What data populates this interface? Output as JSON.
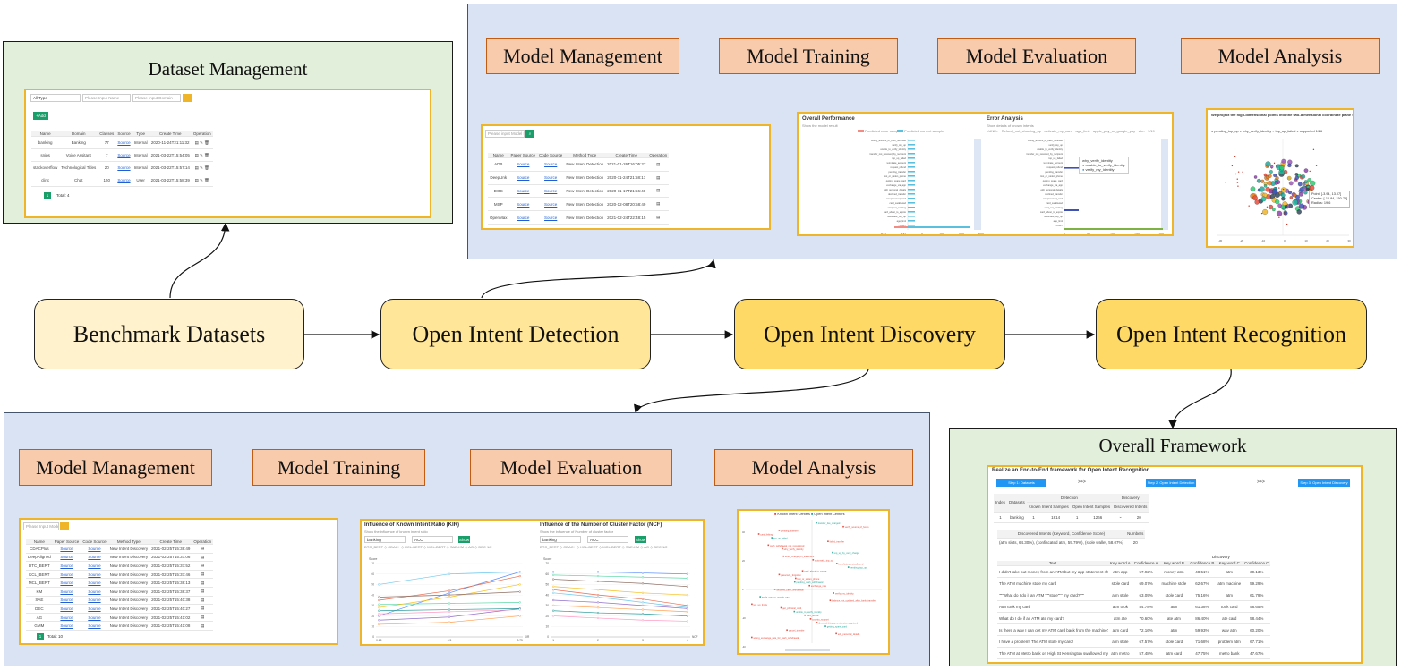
{
  "main_flow": {
    "benchmark": "Benchmark Datasets",
    "detection": "Open Intent Detection",
    "discovery": "Open Intent Discovery",
    "recognition": "Open Intent Recognition"
  },
  "dataset_panel": {
    "title": "Dataset Management",
    "filter_type": "All Type",
    "filter_name_placeholder": "Please Input Name",
    "filter_domain_placeholder": "Please Input Domain",
    "add_label": "Add",
    "columns": [
      "Name",
      "Domain",
      "Classes",
      "Source",
      "Type",
      "Create Time",
      "Operation"
    ],
    "rows": [
      [
        "banking",
        "Banking",
        "77",
        "Source",
        "Internal",
        "2020-11-24T21:11:32"
      ],
      [
        "snips",
        "Voice Assitant",
        "7",
        "Source",
        "Internal",
        "2021-03-22T15:54:05"
      ],
      [
        "stackoverflow",
        "Technological Titles",
        "20",
        "Source",
        "Internal",
        "2021-03-22T15:57:14"
      ],
      [
        "clinc",
        "Chat",
        "150",
        "Source",
        "User",
        "2021-03-22T15:58:39"
      ]
    ],
    "page_number": "1",
    "total_label": "Total: 4"
  },
  "detection_panel": {
    "stages": [
      "Model Management",
      "Model Training",
      "Model Evaluation",
      "Model Analysis"
    ],
    "model_search_placeholder": "Please input Model Name",
    "model_columns": [
      "Name",
      "Paper Source",
      "Code Source",
      "Method Type",
      "Create Time",
      "Operation"
    ],
    "model_rows": [
      [
        "ADB",
        "Source",
        "Source",
        "New Intent Detection",
        "2021-01-26T16:05:27"
      ],
      [
        "DeepUnk",
        "Source",
        "Source",
        "New Intent Detection",
        "2020-11-24T21:58:17"
      ],
      [
        "DOC",
        "Source",
        "Source",
        "New Intent Detection",
        "2020-11-17T21:56:48"
      ],
      [
        "MSP",
        "Source",
        "Source",
        "New Intent Detection",
        "2020-12-08T20:58:49"
      ],
      [
        "OpenMax",
        "Source",
        "Source",
        "New Intent Detection",
        "2021-02-24T22:48:15"
      ]
    ],
    "eval_left_title": "Overall Performance",
    "eval_left_sub": "Show the model result",
    "eval_left_legend": [
      "Predicted error sample",
      "Predicted correct sample"
    ],
    "eval_right_title": "Error Analysis",
    "eval_right_sub": "Show details of known intents",
    "eval_right_legend": [
      "<UNK>",
      "Refund_not_showing_up",
      "activate_my_card",
      "age_limit",
      "apple_pay_or_google_pay",
      "atm",
      "1/19"
    ],
    "eval_tooltip": [
      "why_verify_identity",
      "unable_to_verify_identity",
      "verify_my_identity"
    ],
    "eval_labels": [
      "wrong_amount_of_cash_received",
      "verify_top_up",
      "unable_to_verify_identity",
      "transfer_not_received_by_recipient",
      "top_up_failed",
      "terminate_account",
      "request_refund",
      "pending_transfer",
      "lost_or_stolen_phone",
      "getting_spare_card",
      "exchange_via_app",
      "edit_personal_details",
      "declined_transfer",
      "compromised_card",
      "card_swallowed",
      "card_not_working",
      "card_about_to_expire",
      "automatic_top_up",
      "age_limit",
      "<UNK>"
    ],
    "eval_axis_left": [
      "-400",
      "-200",
      "0",
      "200",
      "400",
      "600"
    ],
    "eval_axis_right": [
      "0",
      "50",
      "100",
      "150",
      "200"
    ],
    "analysis_title": "We project the high-dimensional points into the two-dimensional coordinate plane !",
    "analysis_legend": [
      "pending_top_up",
      "why_verify_identity",
      "top_up_failed",
      "supported",
      "1/26"
    ],
    "analysis_tooltip": [
      "Point: [-3.94, 13.07]",
      "Center: [-10.84, 150.75]",
      "Radius: 19.6"
    ],
    "analysis_x_ticks": [
      "-30",
      "-20",
      "-10",
      "0",
      "10",
      "20",
      "30"
    ]
  },
  "discovery_panel": {
    "stages": [
      "Model Management",
      "Model Training",
      "Model Evaluation",
      "Model Analysis"
    ],
    "model_search_placeholder": "Please Input Model Name",
    "model_columns": [
      "Name",
      "Paper Source",
      "Code Source",
      "Method Type",
      "Create Time",
      "Operation"
    ],
    "model_rows": [
      [
        "CDACPlus",
        "Source",
        "Source",
        "New Intent Discovery",
        "2021-02-25T15:38:49"
      ],
      [
        "DeepAligned",
        "Source",
        "Source",
        "New Intent Discovery",
        "2021-02-25T15:37:06"
      ],
      [
        "DTC_BERT",
        "Source",
        "Source",
        "New Intent Discovery",
        "2021-02-25T15:37:52"
      ],
      [
        "KCL_BERT",
        "Source",
        "Source",
        "New Intent Discovery",
        "2021-02-25T15:37:46"
      ],
      [
        "MCL_BERT",
        "Source",
        "Source",
        "New Intent Discovery",
        "2021-02-25T15:38:13"
      ],
      [
        "KM",
        "Source",
        "Source",
        "New Intent Discovery",
        "2021-02-25T15:38:37"
      ],
      [
        "SAE",
        "Source",
        "Source",
        "New Intent Discovery",
        "2021-02-25T15:40:38"
      ],
      [
        "DEC",
        "Source",
        "Source",
        "New Intent Discovery",
        "2021-02-25T15:40:27"
      ],
      [
        "AG",
        "Source",
        "Source",
        "New Intent Discovery",
        "2021-02-25T15:41:02"
      ],
      [
        "GMM",
        "Source",
        "Source",
        "New Intent Discovery",
        "2021-02-25T15:41:08"
      ]
    ],
    "page_number": "1",
    "total_label": "Total: 10",
    "kir_chart": {
      "title": "Influence of Known Intent Ratio (KIR)",
      "subtitle": "Show the influence of known intent ratio",
      "select_dataset": "banking",
      "select_metric": "ACC",
      "button": "Show",
      "legend": [
        "DTC_BERT",
        "CDAC+",
        "KCL-BERT",
        "MCL-BERT",
        "SAE-KM",
        "AG",
        "DEC",
        "1/2"
      ]
    },
    "ncf_chart": {
      "title": "Influence of the Number of Cluster Factor (NCF)",
      "subtitle": "Show the influence of Number of cluster factor",
      "select_dataset": "banking",
      "select_metric": "ACC",
      "button": "Show",
      "legend": [
        "DTC_BERT",
        "CDAC+",
        "KCL-BERT",
        "MCL-BERT",
        "SAE-KM",
        "AG",
        "DEC",
        "1/2"
      ]
    },
    "analysis_legend": [
      "Known Intent Centers",
      "Open Intent Centers"
    ],
    "analysis_labels": [
      "transfer_fee_charged",
      "verify_source_of_funds",
      "pending_transfer",
      "card_linking",
      "top_up_failed",
      "failed_transfer",
      "cash_withdrawal_not_recognized",
      "why_verify_identity",
      "top_up_by_card_charge",
      "extra_charge_on_statement",
      "automatic_top_up",
      "beneficiary_not_allowed",
      "pending_top_up",
      "card_about_to_expire",
      "passcode_forgotten",
      "lost_or_stolen_phone",
      "pending_cash_withdrawal",
      "exchange_rate",
      "declined_cash_withdrawal",
      "verify_my_identity",
      "apple_pay_or_google_pay",
      "balance_not_updated_after_bank_transfer",
      "top_up_limits",
      "get_physical_card",
      "unable_to_verify_identity",
      "card_arrival",
      "country_support",
      "direct_debit_payment_not_recognised",
      "getting_spare_card",
      "cancel_transfer",
      "edit_personal_details",
      "wrong_exchange_rate_for_cash_withdrawal"
    ]
  },
  "framework_panel": {
    "title": "Overall Framework",
    "heading": "Realize an End-to-End framework for Open Intent Recognition",
    "steps": [
      "Step 1: Datasets",
      ">>>",
      "Step 2: Open Intent Detection",
      ">>>",
      "Step 3: Open Intent Discovery"
    ],
    "top_columns": [
      "Index",
      "Datasets",
      "Detection",
      "Discovery"
    ],
    "top_subcolumns": [
      "Known Intent Samples",
      "Open Intent Samples",
      "Discovered Intents"
    ],
    "top_row": [
      "1",
      "banking",
      "1",
      "1814",
      "1",
      "1266",
      "20"
    ],
    "disc_header": [
      "Discovered Intents (Keyword, Confidence Score)",
      "Numbers"
    ],
    "disc_row": [
      "(atm slots, 64.30%), (confiscated atm, 59.79%), (stole wallet, 58.07%)",
      "20"
    ],
    "disc_group_label": "Discovery",
    "columns": [
      "Text",
      "Key word A",
      "Confidence A",
      "Key word B",
      "Confidence B",
      "Key word C",
      "Confidence C"
    ],
    "rows": [
      [
        "I didn't take out money from an ATM but my app statement shows that I did. How can I fix th",
        "atm app",
        "57.92%",
        "money atm",
        "48.51%",
        "atm",
        "30.13%"
      ],
      [
        "The ATM machine stole my card",
        "stole card",
        "69.07%",
        "machine stole",
        "62.67%",
        "atm machine",
        "59.29%"
      ],
      [
        "\"\"\"What do I do if an ATM \"\"\"stole\"\"\" my card?\"\"\"",
        "atm stole",
        "63.09%",
        "stole card",
        "75.16%",
        "atm",
        "61.79%"
      ],
      [
        "Atm took my card",
        "atm took",
        "84.78%",
        "atm",
        "61.38%",
        "took card",
        "58.65%"
      ],
      [
        "What do I do if an ATM ate my card?",
        "atm ate",
        "70.60%",
        "ate atm",
        "86.40%",
        "ate card",
        "58.44%"
      ],
      [
        "Is there a way I can get my ATM card back from the machine?",
        "atm card",
        "72.16%",
        "atm",
        "59.93%",
        "way atm",
        "60.20%"
      ],
      [
        "I have a problem! The ATM stole my card!",
        "atm stole",
        "67.57%",
        "stole card",
        "71.68%",
        "problem atm",
        "67.71%"
      ],
      [
        "The ATM at Metro bank on High St Kensington swallowed my card. How do I get it back?",
        "atm metro",
        "57.48%",
        "atm card",
        "47.75%",
        "metro bank",
        "47.67%"
      ]
    ]
  }
}
